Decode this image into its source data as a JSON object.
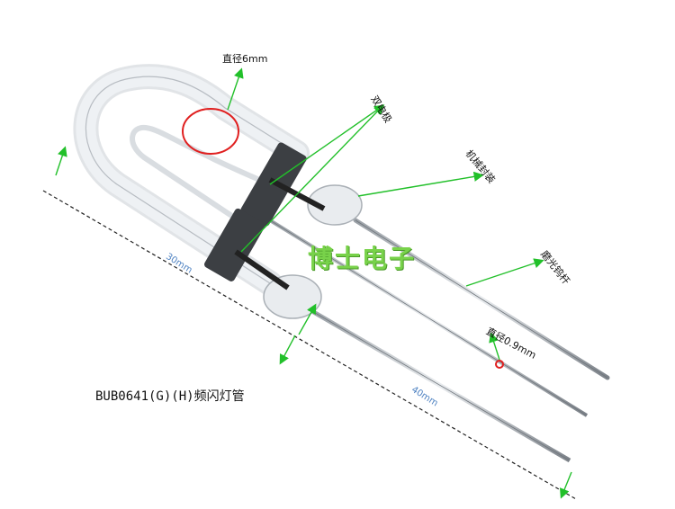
{
  "labels": {
    "diameter_tube": "直径6mm",
    "dual_electrode": "双电极",
    "mechanical_seal": "机械封装",
    "polished_tungsten_rod": "磨光钨杆",
    "diameter_rod": "直径0.9mm",
    "dim_30": "30mm",
    "dim_40": "40mm",
    "watermark": "博士电子",
    "product_title": "BUB0641(G)(H)频闪灯管"
  },
  "colors": {
    "arrow": "#22c02a",
    "circle": "#e02020",
    "dim_text": "#4a7fc0",
    "watermark": "#78d24a"
  }
}
